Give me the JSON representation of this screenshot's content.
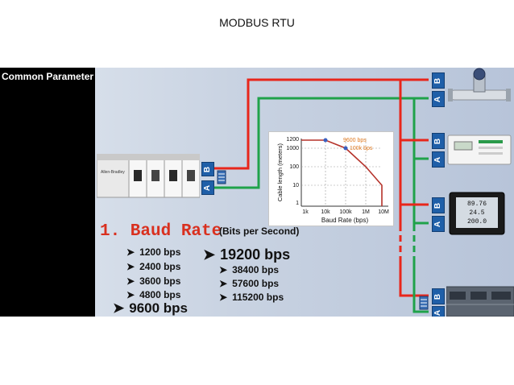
{
  "page_title": "MODBUS RTU",
  "sidebar": {
    "label": "Common Parameter"
  },
  "terminals": {
    "b": "B",
    "a": "A"
  },
  "plc": {
    "brand": "Allen-Bradley"
  },
  "cable_chart": {
    "annotation_1": "9600 bps",
    "annotation_2": "100k bps",
    "ylabel": "Cable length (meters)",
    "xlabel": "Baud Rate (bps)",
    "yticks": [
      "1200",
      "1000",
      "100",
      "10",
      "1"
    ],
    "xticks": [
      "1k",
      "10k",
      "100k",
      "1M",
      "10M"
    ]
  },
  "baud": {
    "heading": "1. Baud Rate",
    "sub": "(Bits per Second)",
    "col1": [
      "1200 bps",
      "2400 bps",
      "3600 bps",
      "4800 bps"
    ],
    "big1": "9600 bps",
    "big2": "19200 bps",
    "col2": [
      "38400 bps",
      "57600 bps",
      "115200 bps"
    ]
  },
  "devices": {
    "meter_readout": [
      "89.76",
      "24.5",
      "200.0"
    ]
  },
  "colors": {
    "red_wire": "#e8261b",
    "green_wire": "#1fa24a",
    "terminal_blue": "#1f5fa8",
    "heading_red": "#d9301f"
  }
}
